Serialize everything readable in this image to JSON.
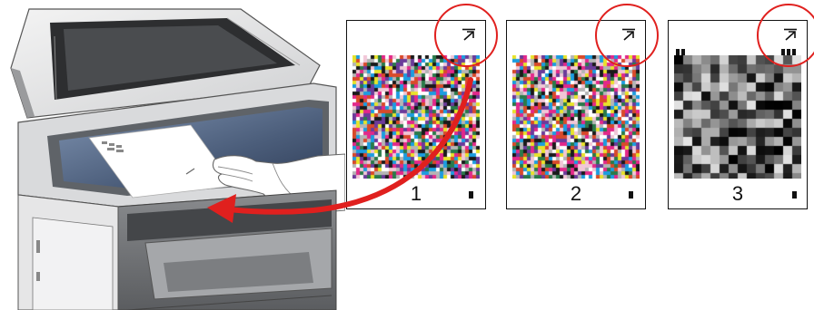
{
  "pages": [
    {
      "number": "1",
      "type": "color"
    },
    {
      "number": "2",
      "type": "color"
    },
    {
      "number": "3",
      "type": "grayscale"
    }
  ],
  "colors": {
    "highlight": "#e0201e",
    "arrow": "#e0201e",
    "scanner_body": "#6d6f72",
    "glass": "#4b5d7a"
  }
}
